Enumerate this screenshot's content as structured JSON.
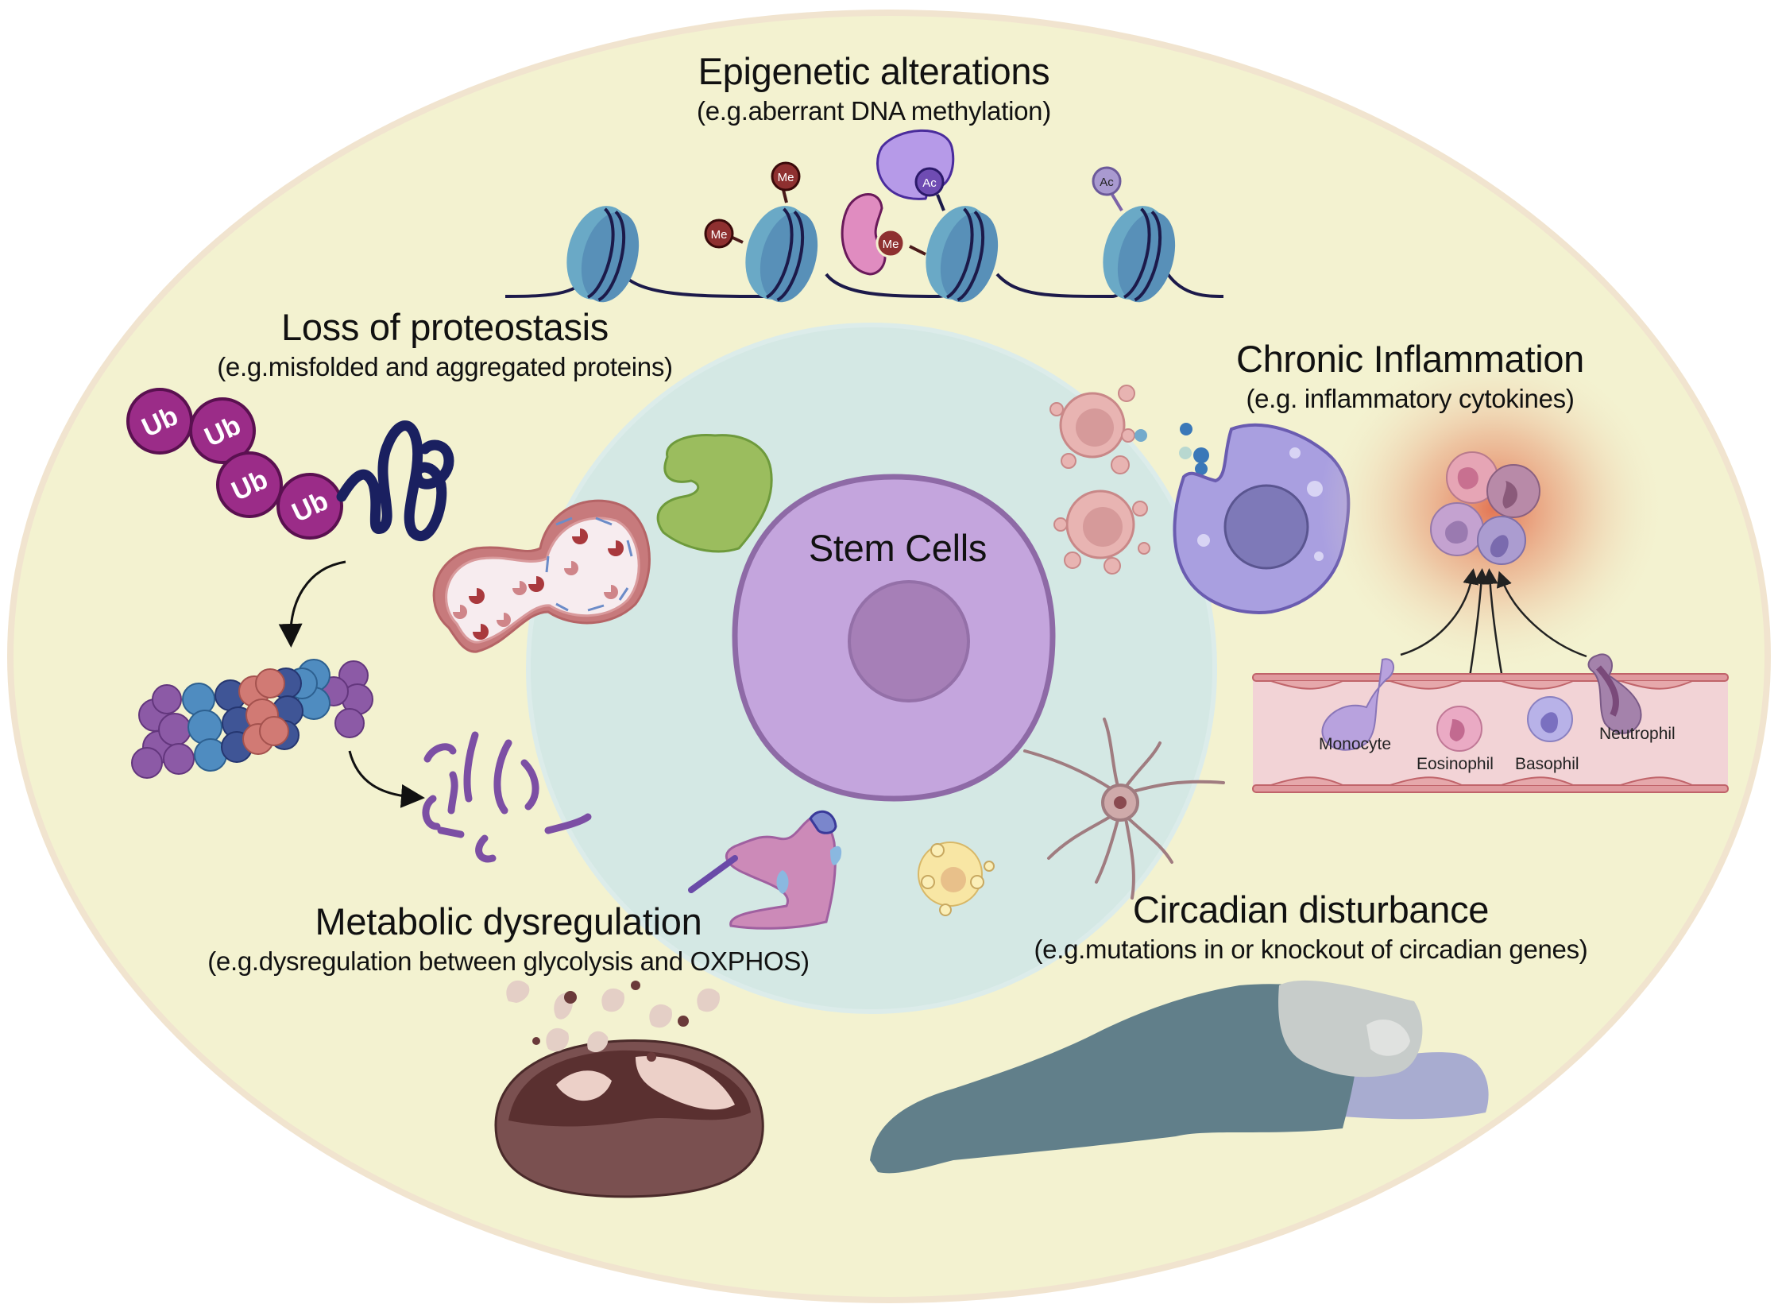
{
  "figure": {
    "center_label": "Stem Cells",
    "colors": {
      "background_ellipse": "#f3f2d0",
      "ellipse_border": "#f0e6d0",
      "niche_circle": "#d4e8e4",
      "stem_cell": "#c4a5dd",
      "stem_cell_outline": "#8e6aa6",
      "nucleus": "#a67fb7",
      "ubiquitin": "#9b2c88",
      "nucleosome": "#6aa9c6",
      "dna": "#1c1a4a",
      "methyl": "#8e3030",
      "inflammation_glow": "#e3785a",
      "vessel": "#f2d3d6",
      "mitochondrion": "#7a5050",
      "blanket": "#617f8a"
    }
  },
  "sections": {
    "epigenetic": {
      "title": "Epigenetic alterations",
      "subtitle": "(e.g.aberrant DNA methylation)",
      "marks": [
        "Me",
        "Me",
        "Me",
        "Ac",
        "Ac"
      ]
    },
    "proteostasis": {
      "title": "Loss of proteostasis",
      "subtitle": "(e.g.misfolded and aggregated proteins)",
      "ubiquitin_labels": [
        "Ub",
        "Ub",
        "Ub",
        "Ub"
      ]
    },
    "inflammation": {
      "title": "Chronic Inflammation",
      "subtitle": "(e.g. inflammatory cytokines)",
      "cells": [
        "Monocyte",
        "Eosinophil",
        "Basophil",
        "Neutrophil"
      ]
    },
    "metabolic": {
      "title": "Metabolic dysregulation",
      "subtitle": "(e.g.dysregulation between glycolysis and OXPHOS)"
    },
    "circadian": {
      "title": "Circadian disturbance",
      "subtitle": "(e.g.mutations in or knockout of circadian genes)"
    }
  }
}
